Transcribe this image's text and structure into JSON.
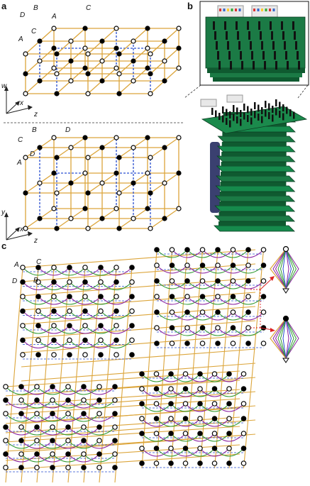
{
  "panels": {
    "a": {
      "label": "a",
      "top_vertex_labels": [
        "B",
        "C",
        "D",
        "A",
        "A",
        "C"
      ],
      "top_axes": [
        "w",
        "x",
        "z"
      ],
      "bottom_vertex_labels": [
        "B",
        "D",
        "C",
        "D",
        "A"
      ],
      "bottom_axes": [
        "y",
        "x",
        "z"
      ]
    },
    "b": {
      "label": "b"
    },
    "c": {
      "label": "c",
      "vertex_labels": [
        "A",
        "C",
        "D",
        "B"
      ]
    }
  },
  "colors": {
    "lattice_edge": "#dca53a",
    "dashed_link": "#2a4fd0",
    "arc_purple": "#8a1fa0",
    "arc_green": "#2f9a2f",
    "node": "#000000",
    "pcb_green": "#1b7a45"
  }
}
